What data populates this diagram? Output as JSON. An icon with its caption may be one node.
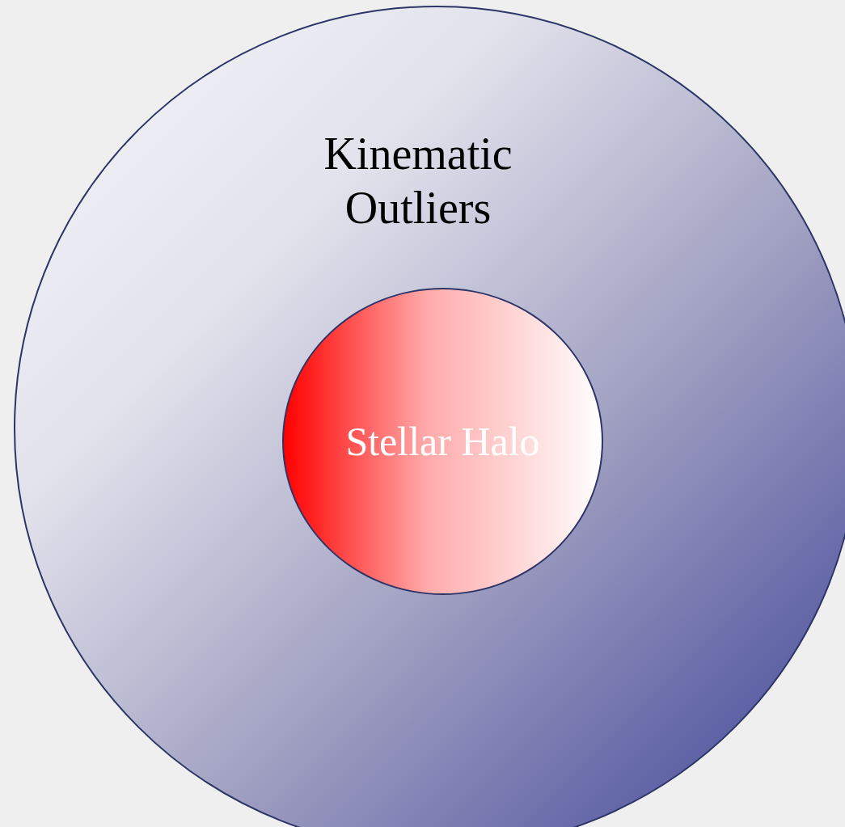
{
  "diagram": {
    "nodes": [
      {
        "text": [
          "Kinematic Outliers"
        ]
      },
      {
        "text": [
          "Stellar Halo"
        ],
        "in": 0
      }
    ]
  }
}
